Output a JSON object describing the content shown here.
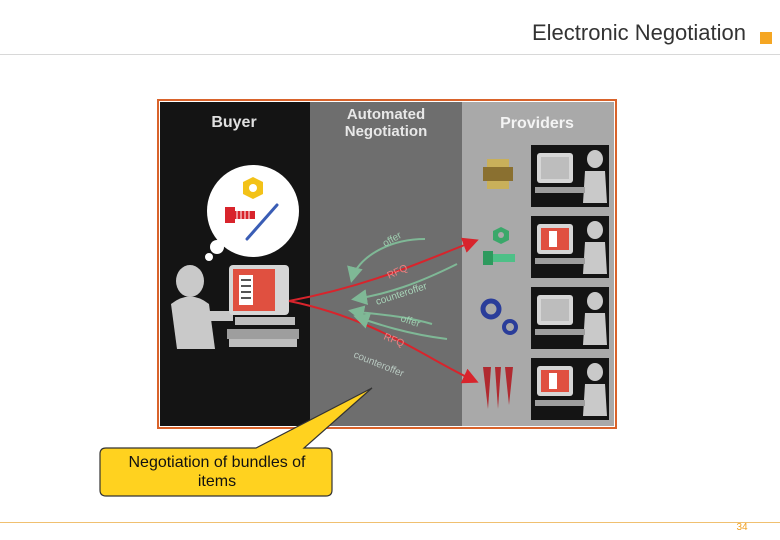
{
  "header": {
    "title": "Electronic Negotiation"
  },
  "figure": {
    "buyer_label": "Buyer",
    "automated_label_line1": "Automated",
    "automated_label_line2": "Negotiation",
    "providers_label": "Providers",
    "arrow_labels": {
      "offer_top": "offer",
      "rfq_top": "RFQ",
      "counteroffer_top": "counteroffer",
      "offer_bottom": "offer",
      "rfq_bottom": "RFQ",
      "counteroffer_bottom": "counteroffer"
    }
  },
  "callout": {
    "text": "Negotiation of bundles of items"
  },
  "footer": {
    "page_number": "34"
  },
  "colors": {
    "accent": "#f5a623",
    "frame": "#d9632b",
    "buyer_bg": "#141414",
    "middle_bg": "#6e6e6e",
    "providers_bg": "#a9a9a9",
    "callout_fill": "#ffd21f",
    "red_arrow": "#d8242c",
    "green_arrow": "#7fb896"
  }
}
